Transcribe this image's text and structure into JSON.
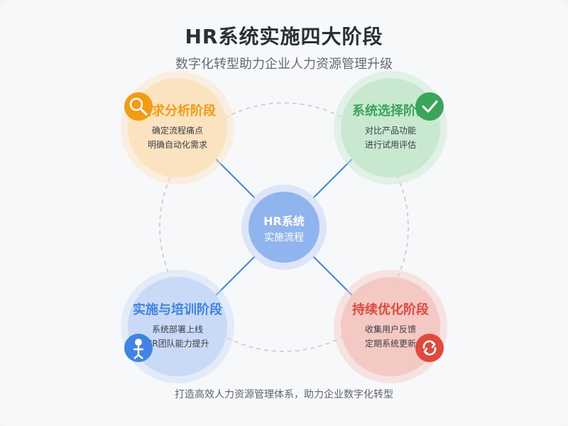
{
  "header": {
    "title": "HR系统实施四大阶段",
    "subtitle": "数字化转型助力企业人力资源管理升级"
  },
  "center": {
    "title": "HR系统",
    "subtitle": "实施流程"
  },
  "stages": [
    {
      "title": "需求分析阶段",
      "lines": [
        "确定流程痛点",
        "明确自动化需求"
      ],
      "color": "#f39c12",
      "fill": "#fbe3bf",
      "icon": "magnifier-icon"
    },
    {
      "title": "系统选择阶段",
      "lines": [
        "对比产品功能",
        "进行试用评估"
      ],
      "color": "#3aa55a",
      "fill": "#c8e8d0",
      "icon": "checkmark-icon"
    },
    {
      "title": "实施与培训阶段",
      "lines": [
        "系统部署上线",
        "HR团队能力提升"
      ],
      "color": "#3f84e5",
      "fill": "#c9daf7",
      "icon": "person-icon"
    },
    {
      "title": "持续优化阶段",
      "lines": [
        "收集用户反馈",
        "定期系统更新"
      ],
      "color": "#e4483c",
      "fill": "#f4c9c4",
      "icon": "refresh-icon"
    }
  ],
  "footer": {
    "text": "打造高效人力资源管理体系，助力企业数字化转型"
  },
  "colors": {
    "center": "#90b4ee",
    "connector": "#3f84e5",
    "ring": "#cfd2d6"
  }
}
